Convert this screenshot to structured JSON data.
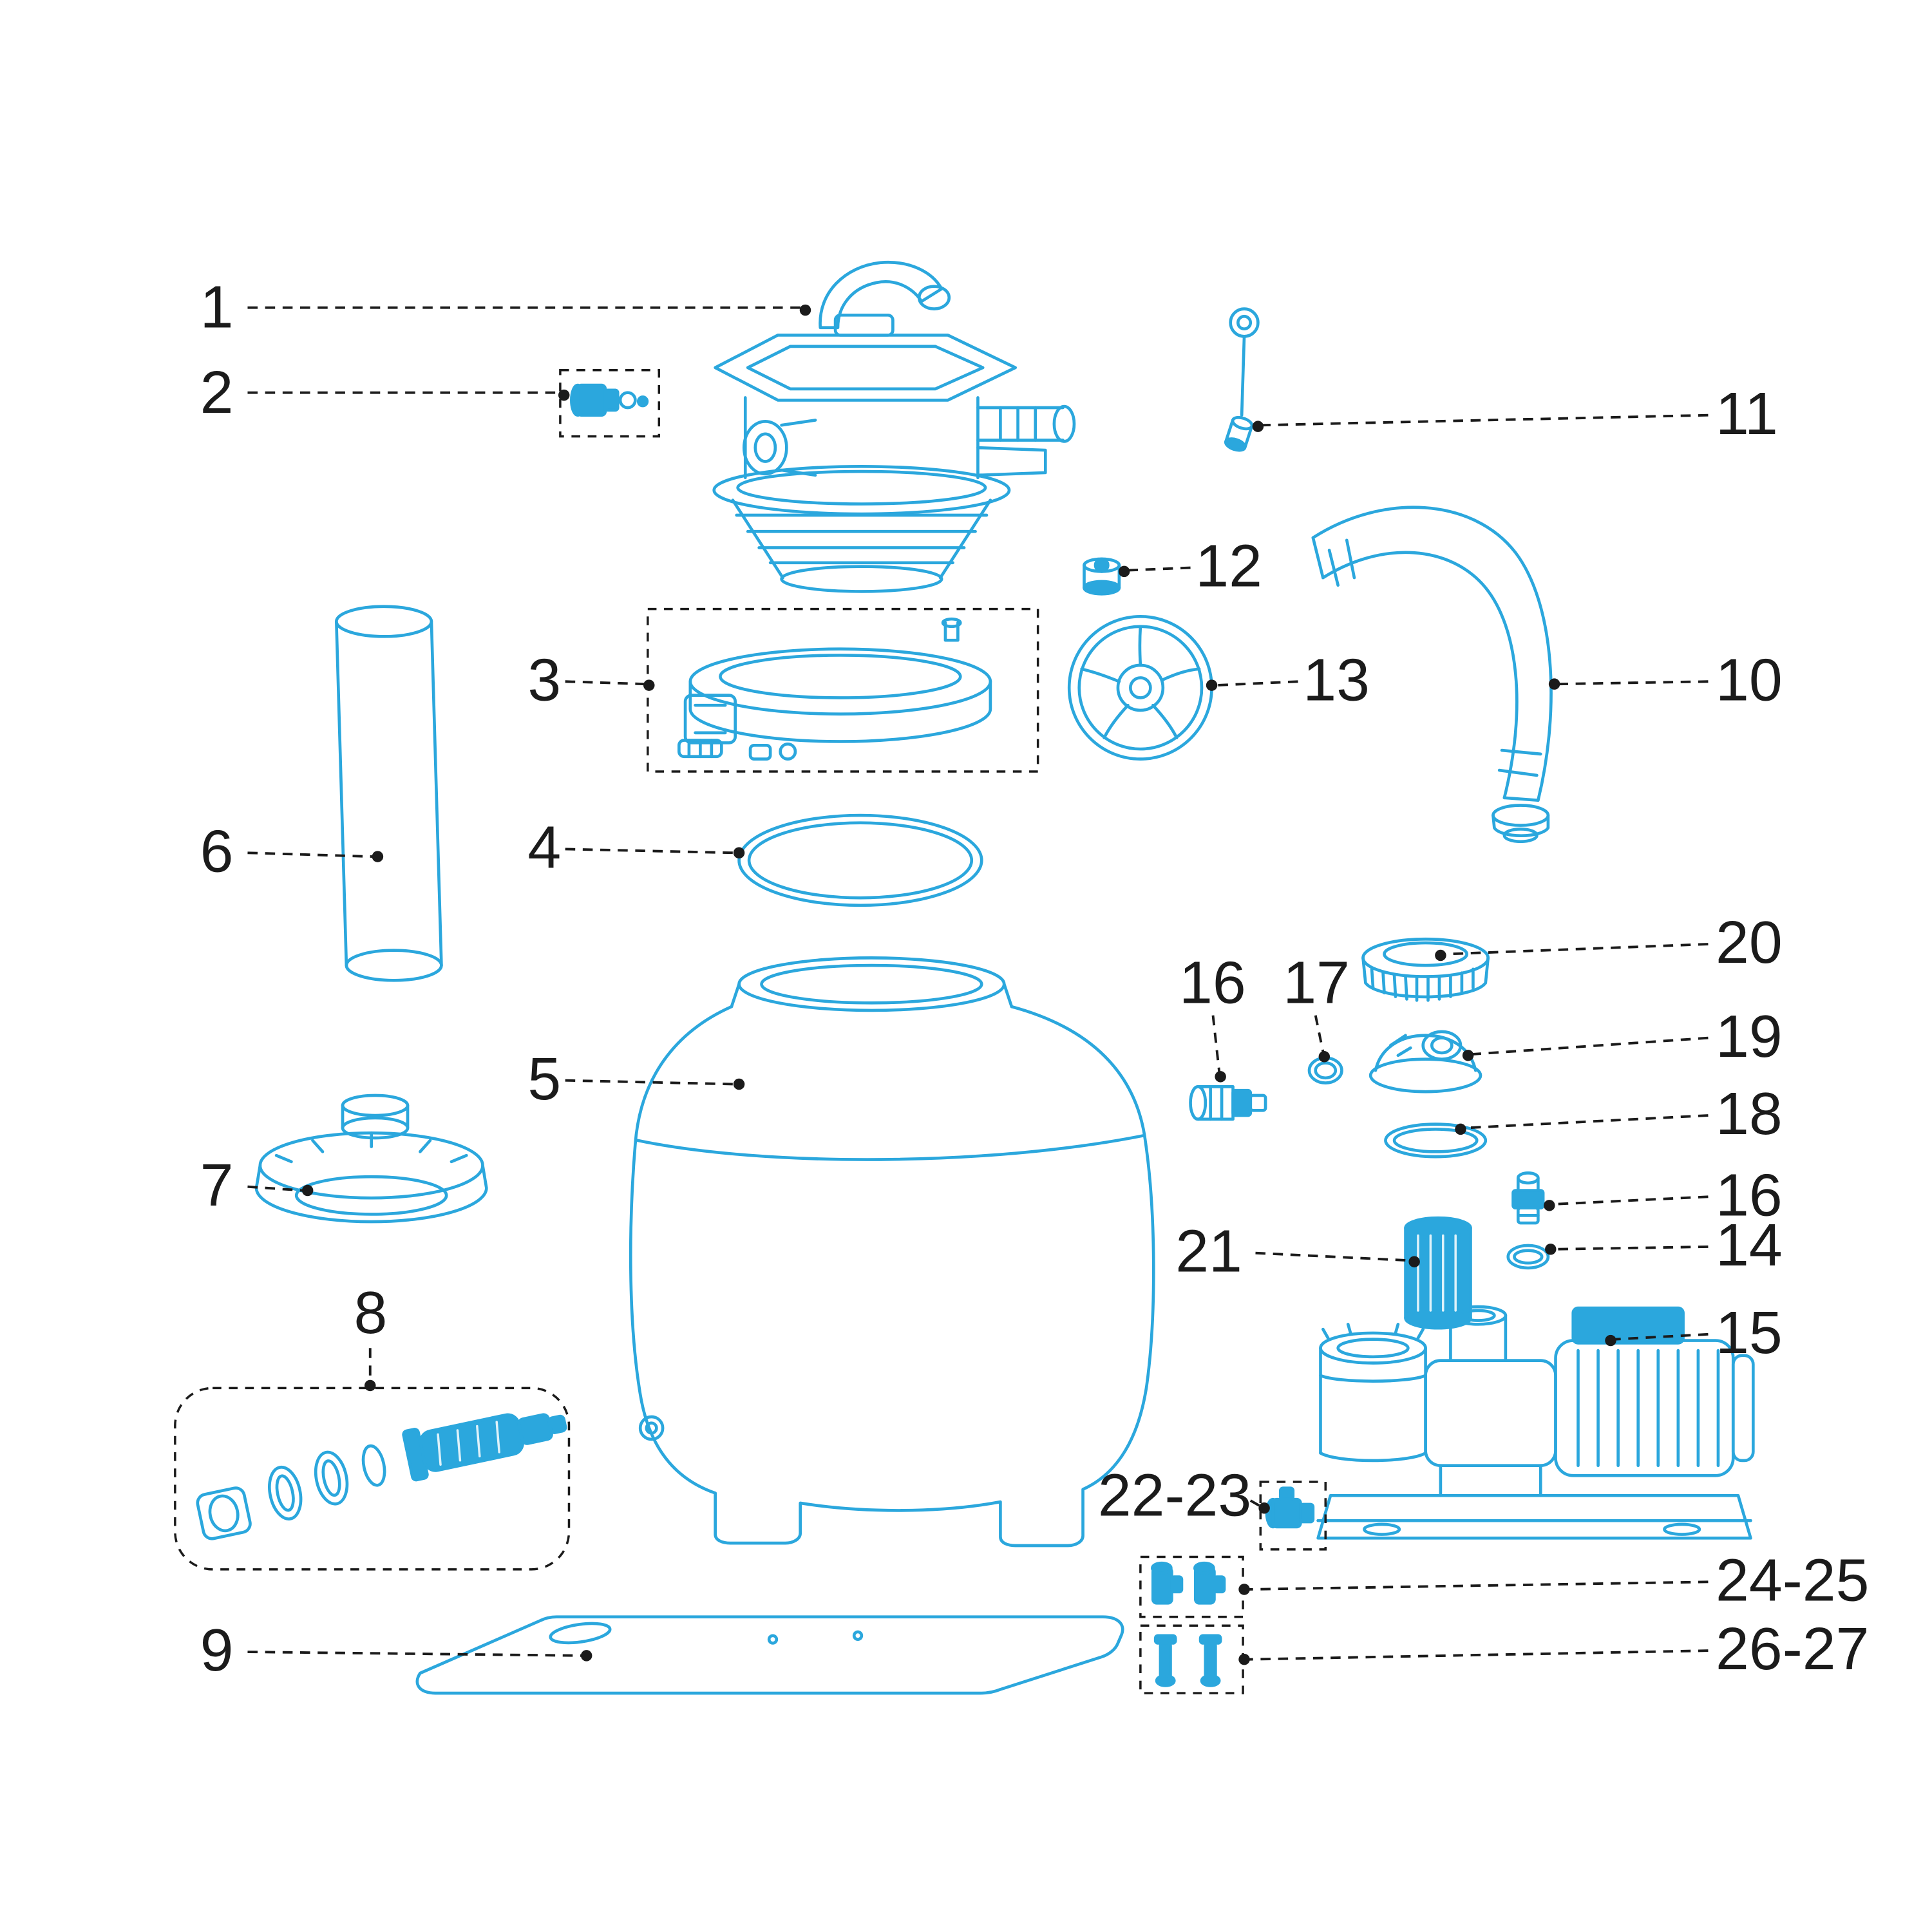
{
  "figure": {
    "type": "exploded-parts-diagram",
    "subject": "sand-filter-pump-system",
    "colors": {
      "part_line": "#2ba7dd",
      "ink": "#1b1b1b",
      "background": "#ffffff"
    }
  },
  "callouts": [
    {
      "label": "1",
      "part": "multiport-valve"
    },
    {
      "label": "2",
      "part": "small-fitting"
    },
    {
      "label": "3",
      "part": "tank-clamp-ring"
    },
    {
      "label": "4",
      "part": "tank-o-ring"
    },
    {
      "label": "5",
      "part": "filter-tank"
    },
    {
      "label": "6",
      "part": "standpipe"
    },
    {
      "label": "7",
      "part": "diffuser"
    },
    {
      "label": "8",
      "part": "drain-assembly"
    },
    {
      "label": "9",
      "part": "base-plate"
    },
    {
      "label": "10",
      "part": "hose"
    },
    {
      "label": "11",
      "part": "pull-pin"
    },
    {
      "label": "12",
      "part": "drain-plug"
    },
    {
      "label": "13",
      "part": "strainer-grid"
    },
    {
      "label": "14",
      "part": "small-o-ring"
    },
    {
      "label": "15",
      "part": "pump"
    },
    {
      "label": "16",
      "part": "hose-adapter"
    },
    {
      "label": "17",
      "part": "adapter-o-ring"
    },
    {
      "label": "18",
      "part": "lid-o-ring"
    },
    {
      "label": "19",
      "part": "valve-body"
    },
    {
      "label": "20",
      "part": "pump-lid-cap"
    },
    {
      "label": "16",
      "part": "hose-adapter"
    },
    {
      "label": "21",
      "part": "filter-cartridge"
    },
    {
      "label": "22-23",
      "part": "elbow-fitting"
    },
    {
      "label": "24-25",
      "part": "fitting-pair"
    },
    {
      "label": "26-27",
      "part": "pin-pair"
    }
  ]
}
